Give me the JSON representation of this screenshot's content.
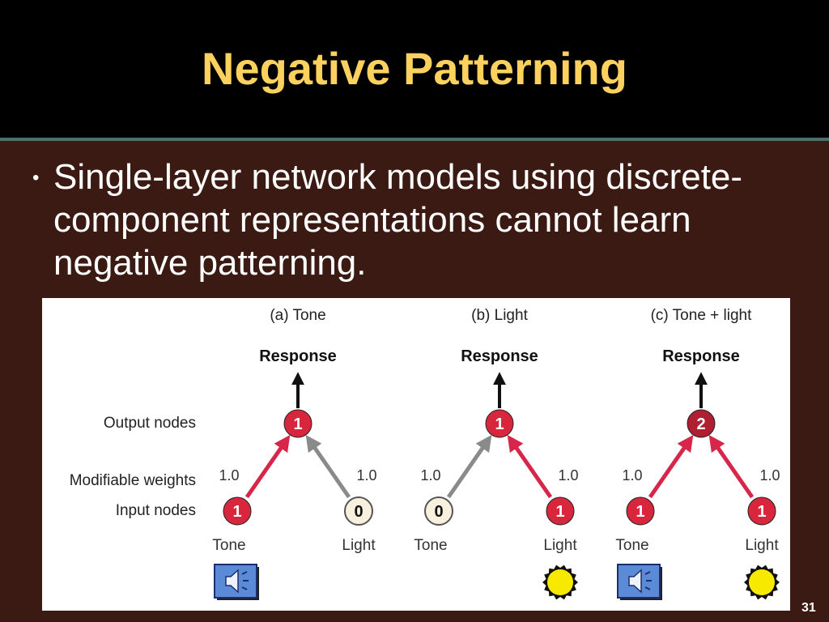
{
  "slide": {
    "title": "Negative Patterning",
    "bullet": "Single-layer network models using discrete-component representations cannot learn negative patterning.",
    "slide_number": "31"
  },
  "figure": {
    "row_labels": {
      "output": "Output nodes",
      "weights": "Modifiable weights",
      "input": "Input nodes"
    },
    "panels": [
      {
        "title": "(a) Tone",
        "response": "Response",
        "output_value": "1",
        "tone_value": "1",
        "light_value": "0",
        "tone_weight": "1.0",
        "light_weight": "1.0",
        "tone_label": "Tone",
        "light_label": "Light",
        "tone_active": true,
        "light_active": false,
        "stimulus_icon": "speaker-icon"
      },
      {
        "title": "(b) Light",
        "response": "Response",
        "output_value": "1",
        "tone_value": "0",
        "light_value": "1",
        "tone_weight": "1.0",
        "light_weight": "1.0",
        "tone_label": "Tone",
        "light_label": "Light",
        "tone_active": false,
        "light_active": true,
        "stimulus_icon": "light-icon"
      },
      {
        "title": "(c) Tone + light",
        "response": "Response",
        "output_value": "2",
        "tone_value": "1",
        "light_value": "1",
        "tone_weight": "1.0",
        "light_weight": "1.0",
        "tone_label": "Tone",
        "light_label": "Light",
        "tone_active": true,
        "light_active": true,
        "stimulus_icon": "speaker-and-light-icons"
      }
    ]
  },
  "colors": {
    "slide_background": "#3a1a12",
    "title_color": "#fcd15e",
    "active_node": "#d8263d",
    "active_arrow": "#d8264a",
    "inactive_arrow": "#8a8a8a",
    "inactive_node": "#f6f0dc",
    "output_node_strong": "#b01e32",
    "speaker_box": "#5b8bd6",
    "light_color": "#f7ea00"
  }
}
